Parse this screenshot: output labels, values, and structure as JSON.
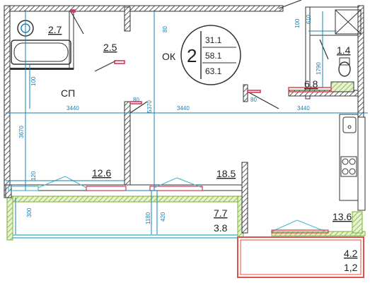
{
  "rooms": {
    "bathroom_area": "2.7",
    "corridor_area": "2.5",
    "bedroom_label": "СП",
    "hall_area": "12.6",
    "living_area": "18.5",
    "open_kitchen_label": "ОК",
    "toilet_area": "1.4",
    "kitchen_area": "6.8",
    "kitchen_right_area": "13.6",
    "loggia_area": "7.7",
    "loggia_area_reduced": "3.8",
    "balcony_area": "4.2",
    "balcony_area_reduced": "1,2"
  },
  "apartment": {
    "rooms_count": "2",
    "living_area": "31.1",
    "total_area": "58.1",
    "total_area_with_balcony": "63.1"
  },
  "dimensions": {
    "width_left": "3440",
    "width_mid": "3440",
    "width_right": "3440",
    "height_left": "3670",
    "height_center": "5370",
    "height_toilet": "1790",
    "top_mid": "80",
    "top_right_a": "100",
    "top_right_b": "610",
    "left_small": "100",
    "wall_a": "80",
    "wall_b": "80",
    "bottom_left": "120",
    "loggia_left": "300",
    "loggia_mid_a": "1180",
    "loggia_mid_b": "420"
  },
  "colors": {
    "wall": "#333333",
    "dimension": "#1a7fb0",
    "door": "#d8365a",
    "loggia": "#7bb32e",
    "balcony": "#e0504a"
  }
}
